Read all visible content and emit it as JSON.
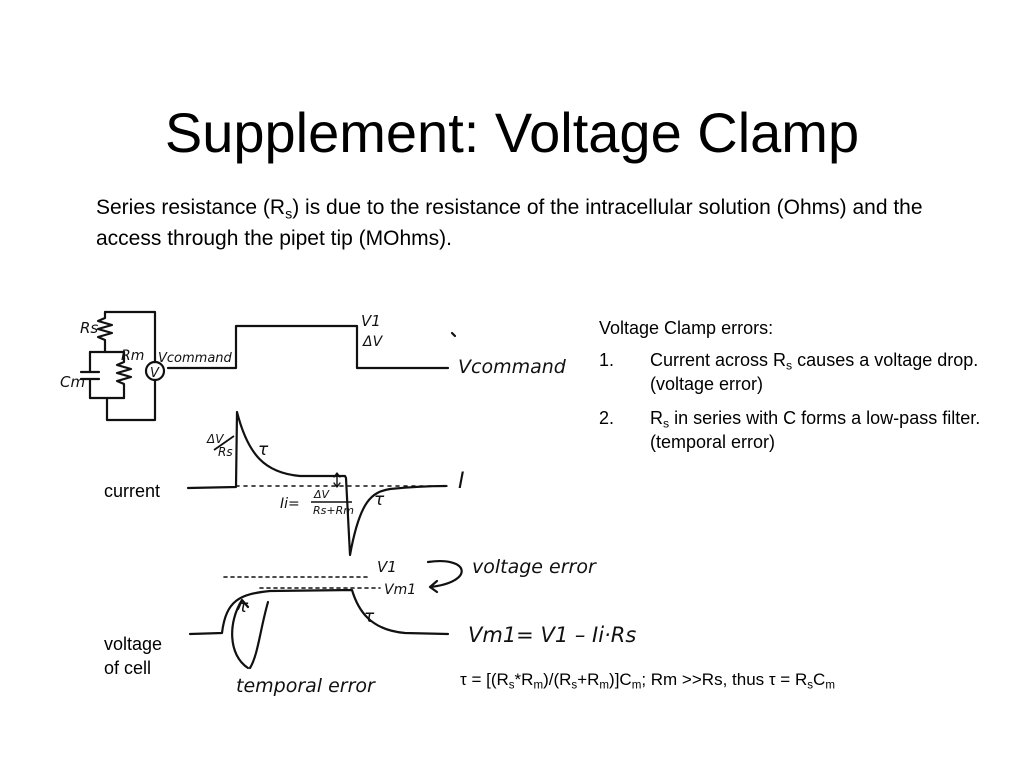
{
  "title": "Supplement: Voltage Clamp",
  "intro": {
    "part1": "Series resistance (R",
    "sub1": "s",
    "part2": ") is due to the resistance of the intracellular solution (Ohms) and the access through the pipet tip (MOhms)."
  },
  "errors": {
    "heading": "Voltage Clamp errors:",
    "items": [
      {
        "num": "1.",
        "pre": "Current across R",
        "sub": "s",
        "post": " causes a voltage drop. (voltage error)"
      },
      {
        "num": "2.",
        "pre": "R",
        "sub": "s",
        "post": " in series with C forms a low-pass filter. (temporal error)"
      }
    ]
  },
  "labels": {
    "current": "current",
    "voltage_line1": "voltage",
    "voltage_line2": "of cell"
  },
  "formula": {
    "t1": "τ = [(R",
    "s1": "s",
    "t2": "*R",
    "s2": "m",
    "t3": ")/(R",
    "s3": "s",
    "t4": "+R",
    "s4": "m",
    "t5": ")]C",
    "s5": "m",
    "t6": "; Rm >>Rs, thus τ = R",
    "s6": "s",
    "t7": "C",
    "s7": "m"
  },
  "sketch": {
    "rs": "Rs",
    "rm": "Rm",
    "cm": "Cm",
    "v_symbol": "V",
    "vcommand_small": "Vcommand",
    "v1_top": "V1",
    "delta_v": "ΔV",
    "vcommand_large": "Vcommand",
    "dv_over_rs_num": "ΔV",
    "dv_over_rs_den": "Rs",
    "tau_1": "τ",
    "tau_2": "τ",
    "tau_3": "τ",
    "tau_4": "τ",
    "ii_label": "Ii=",
    "ii_num": "ΔV",
    "ii_den": "Rs+Rm",
    "i_label": "I",
    "v1_mid": "V1",
    "vm1": "Vm1",
    "voltage_error": "voltage error",
    "vm_eq": "Vm1= V1 – Ii·Rs",
    "temporal_error": "temporal error"
  }
}
